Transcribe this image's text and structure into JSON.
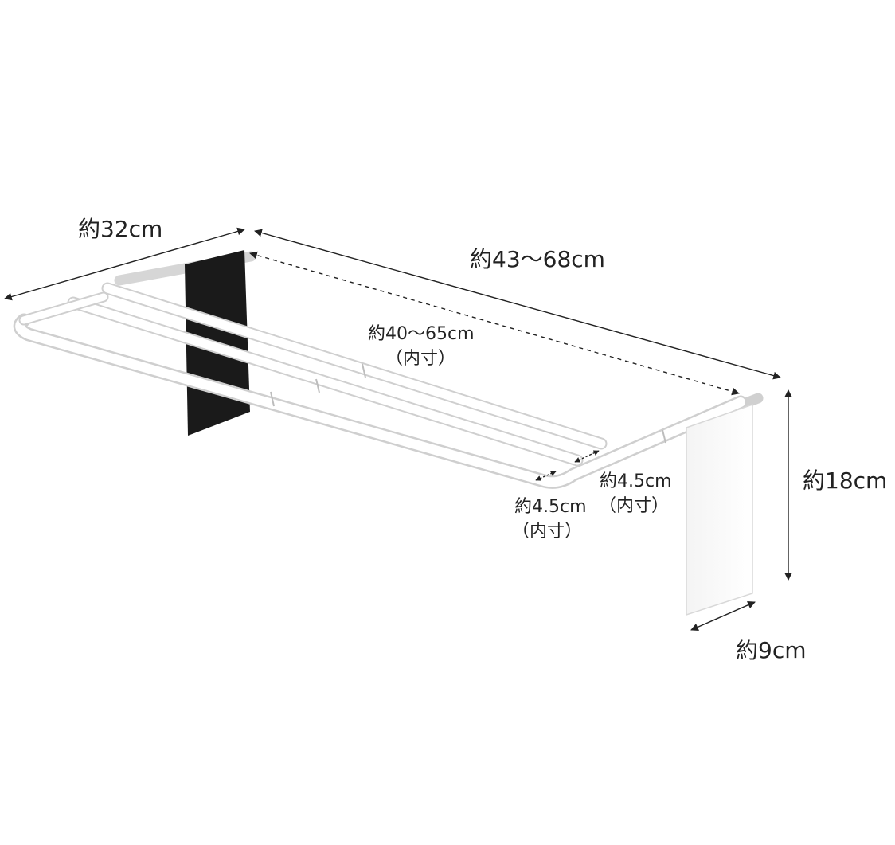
{
  "product": {
    "name": "expandable towel rack (dimension diagram)"
  },
  "dimensions": {
    "depth": "約32cm",
    "outer_width": "約43〜68cm",
    "inner_width": "約40〜65cm",
    "inner_width_note": "（内寸）",
    "height": "約18cm",
    "leg_depth": "約9cm",
    "bar_gap_front": "約4.5cm",
    "bar_gap_front_note": "（内寸）",
    "bar_gap_back": "約4.5cm",
    "bar_gap_back_note": "（内寸）"
  },
  "colors": {
    "rack": "#ffffff",
    "rack_edge": "#cfcfcf",
    "magnet_panel": "#1a1a1a",
    "leg_panel": "#fafafa",
    "dimension_line": "#222222"
  }
}
